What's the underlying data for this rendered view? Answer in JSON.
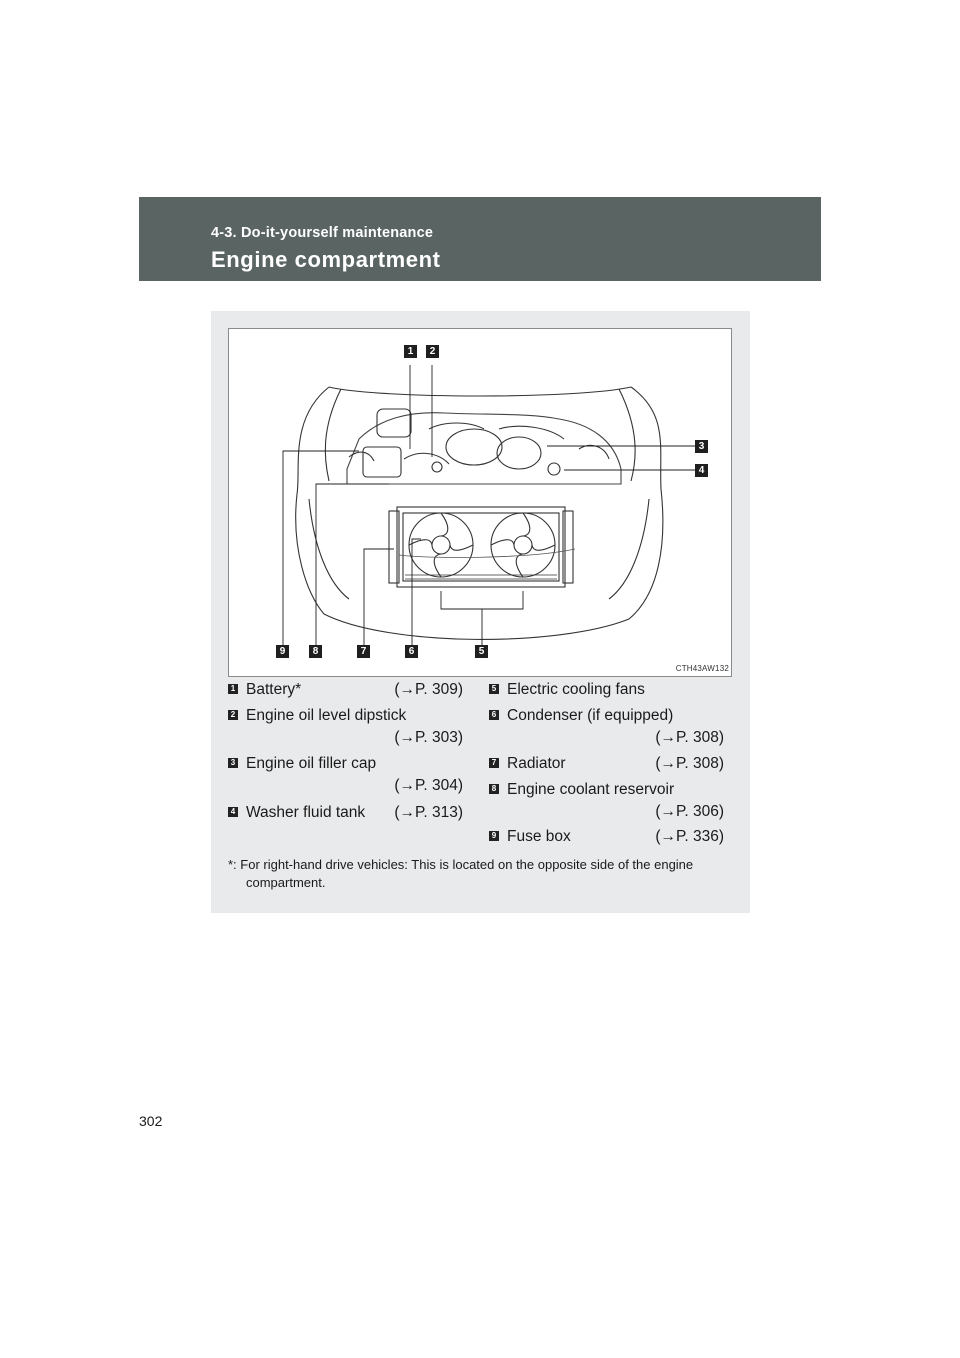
{
  "header": {
    "section": "4-3. Do-it-yourself maintenance",
    "title": "Engine compartment"
  },
  "figure": {
    "code": "CTH43AW132",
    "callouts": [
      "1",
      "2",
      "3",
      "4",
      "5",
      "6",
      "7",
      "8",
      "9"
    ]
  },
  "items": [
    {
      "num": "1",
      "label": "Battery*",
      "ref": "(→P. 309)"
    },
    {
      "num": "2",
      "label": "Engine oil level dipstick",
      "ref": "(→P. 303)"
    },
    {
      "num": "3",
      "label": "Engine oil filler cap",
      "ref": "(→P. 304)"
    },
    {
      "num": "4",
      "label": "Washer fluid tank",
      "ref": "(→P. 313)"
    },
    {
      "num": "5",
      "label": "Electric cooling fans",
      "ref": ""
    },
    {
      "num": "6",
      "label": "Condenser (if equipped)",
      "ref": "(→P. 308)"
    },
    {
      "num": "7",
      "label": "Radiator",
      "ref": "(→P. 308)"
    },
    {
      "num": "8",
      "label": "Engine coolant reservoir",
      "ref": "(→P. 306)"
    },
    {
      "num": "9",
      "label": "Fuse box",
      "ref": "(→P. 336)"
    }
  ],
  "note": "*: For right-hand drive vehicles: This is located on the opposite side of the engine compartment.",
  "page_number": "302",
  "colors": {
    "header_bg": "#5a6563",
    "panel_bg": "#e9eaec"
  }
}
